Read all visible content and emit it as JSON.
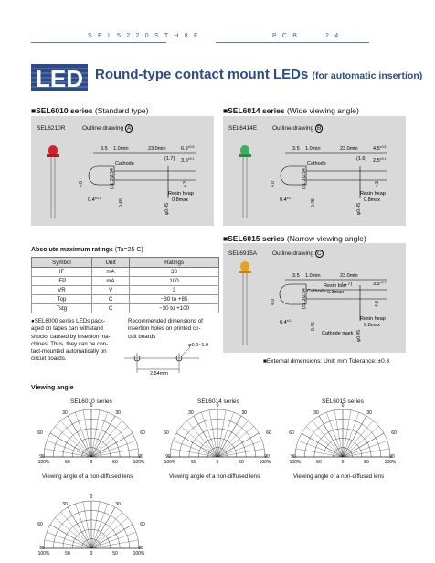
{
  "header": {
    "code": "S E L 5 2 2 0 S T H 8 F",
    "section": "P C B",
    "page": "2 4"
  },
  "logo_text": "LED",
  "title": {
    "main": "Round-type contact mount LEDs",
    "sub": "(for automatic insertion)"
  },
  "sections": [
    {
      "name": "SEL6010 series",
      "type": "(Standard type)",
      "model": "SEL6210R",
      "drawing": "Outline drawing",
      "drawing_letter": "A",
      "led_color": "#d4202a",
      "dims": {
        "a": "3.5",
        "b": "1.0min",
        "c": "23.0min",
        "d": "6.5",
        "d_tol": "±0.5",
        "e": "(1.7)",
        "f": "3.5",
        "f_tol": "±0.1",
        "cathode": "Cathode",
        "lead": "2.54",
        "lead_tol": "(±1.3)",
        "g": "0.4",
        "g_tol": "±0.1",
        "h": "φ0.45",
        "h2": "0.45",
        "resin": "Resin heap",
        "resin2": "0.8max",
        "k": "4.0",
        "k2": "4.3"
      }
    },
    {
      "name": "SEL6014 series",
      "type": "(Wide viewing angle)",
      "model": "SEL6414E",
      "drawing": "Outline drawing",
      "drawing_letter": "B",
      "led_color": "#3fae62",
      "dims": {
        "a": "3.5",
        "b": "1.0min",
        "c": "23.0min",
        "d": "4.5",
        "d_tol": "±0.5",
        "e": "(1.6)",
        "f": "2.5",
        "f_tol": "±0.1",
        "cathode": "Cathode",
        "lead": "2.54",
        "lead_tol": "(±1.3)",
        "g": "0.4",
        "g_tol": "±0.1",
        "h": "φ0.45",
        "h2": "0.45",
        "resin": "Resin heap",
        "resin2": "0.8max",
        "k": "4.0",
        "k2": "4.3"
      }
    },
    {
      "name": "SEL6015 series",
      "type": "(Narrow viewing angle)",
      "model": "SEL6915A",
      "drawing": "Outline drawing",
      "drawing_letter": "C",
      "led_color": "#e8a21a",
      "dims": {
        "a": "3.5",
        "b": "1.0min",
        "c": "23.0min",
        "d": "",
        "d_tol": "",
        "e": "(1.7)",
        "f": "3.5",
        "f_tol": "±0.1",
        "cathode": "Cathode",
        "lead": "2.54",
        "lead_tol": "(±1.3)",
        "g": "0.4",
        "g_tol": "±0.1",
        "h": "φ0.45",
        "h2": "0.45",
        "resin": "Resin heap",
        "resin2": "0.8max",
        "k": "4.0",
        "k2": "4.3",
        "resin_burr": "Resin burr",
        "burr_max": "0.3max",
        "cathode_mark": "Cathode mark"
      }
    }
  ],
  "amr": {
    "title": "Absolute maximum ratings",
    "cond": "(Ta=25 C)",
    "headers": [
      "Symbol",
      "Unit",
      "Ratings"
    ],
    "rows": [
      [
        "IF",
        "mA",
        "30"
      ],
      [
        "IFP",
        "mA",
        "100"
      ],
      [
        "VR",
        "V",
        "3"
      ],
      [
        "Top",
        "C",
        "−30 to +85"
      ],
      [
        "Tstg",
        "C",
        "−30 to +100"
      ]
    ]
  },
  "note": [
    "●SEL6000 series LEDs pack-",
    "aged on tapes can withstand",
    "shocks caused by insertion ma-",
    "chines; Thus, they can be con-",
    "tact-mounted automatically on",
    "circuit boards."
  ],
  "holes": {
    "text": [
      "Recommended dimensions of",
      "insertion holes on printed cir-",
      "cuit boards"
    ],
    "dia": "φ0.9~1.0",
    "pitch": "2.54mm"
  },
  "ext_dims": "■External dimensions: Unit: mm  Tolerance: ±0.3",
  "viewing": {
    "title": "Viewing angle",
    "series": [
      "SEL6010 series",
      "SEL6014 series",
      "SEL6015 series"
    ],
    "caption": "Viewing angle of a non-diffused lens",
    "angle_labels": [
      "0",
      "30",
      "30",
      "60",
      "60",
      "90",
      "90"
    ],
    "axis_labels": [
      "100%",
      "50",
      "0",
      "50",
      "100%"
    ]
  }
}
